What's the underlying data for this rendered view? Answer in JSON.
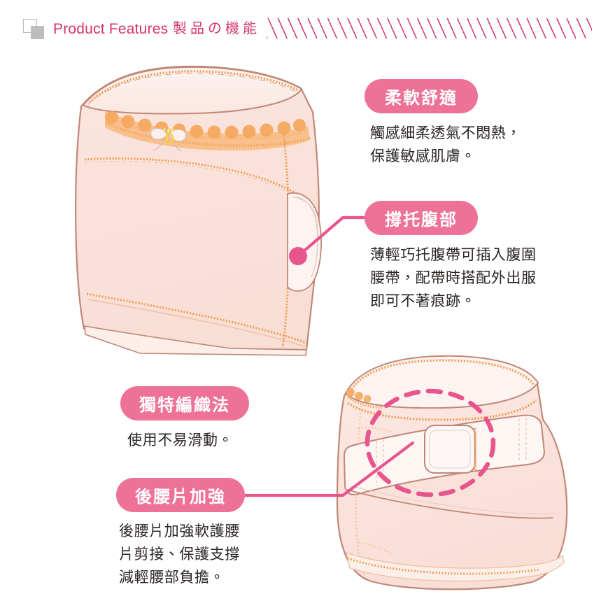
{
  "header": {
    "title_en": "Product Features",
    "title_jp": "製品の機能",
    "icon_outline": "square-outline-icon",
    "icon_filled": "square-filled-icon",
    "hatch": "diagonal-hatch-decoration",
    "text_color": "#d6346c"
  },
  "theme": {
    "pill_background": "#ee7298",
    "pill_text": "#ffffff",
    "body_text": "#2b2523",
    "connector_line": "#e8558c",
    "fabric_fill": "#fbe3dc",
    "fabric_fill_light": "#fdf1ee",
    "fabric_outline": "#c08878",
    "stitch_orange": "#f0a259",
    "lace_orange": "#f5a85f",
    "bow_yellow": "#f4d03f",
    "page_background": "#ffffff"
  },
  "features": [
    {
      "id": "soft-comfort",
      "label": "柔軟舒適",
      "text": "觸感細柔透氣不悶熱，\n保護敏感肌膚。"
    },
    {
      "id": "belly-support",
      "label": "撐托腹部",
      "text": "薄輕巧托腹帶可插入腹圍\n腰帶，配帶時搭配外出服\n即可不著痕跡。"
    },
    {
      "id": "unique-weave",
      "label": "獨特編織法",
      "text": "使用不易滑動。"
    },
    {
      "id": "back-waist-reinforce",
      "label": "後腰片加強",
      "text": "後腰片加強軟護腰\n片剪接、保護支撐\n減輕腰部負擔。"
    }
  ],
  "illustrations": [
    {
      "id": "front-view",
      "name": "maternity-underwear-front-illustration",
      "details": [
        "lace-trim",
        "ribbon-bow",
        "zigzag-stitching",
        "side-support-panel"
      ]
    },
    {
      "id": "back-view",
      "name": "maternity-underwear-back-illustration",
      "details": [
        "waist-support-band",
        "buckle",
        "dashed-highlight-circle",
        "zigzag-stitching"
      ]
    }
  ],
  "callouts": [
    {
      "id": "belly-support-pointer",
      "type": "dot-and-line"
    },
    {
      "id": "back-waist-pointer",
      "type": "line"
    },
    {
      "id": "buckle-highlight",
      "type": "dashed-circle"
    }
  ]
}
